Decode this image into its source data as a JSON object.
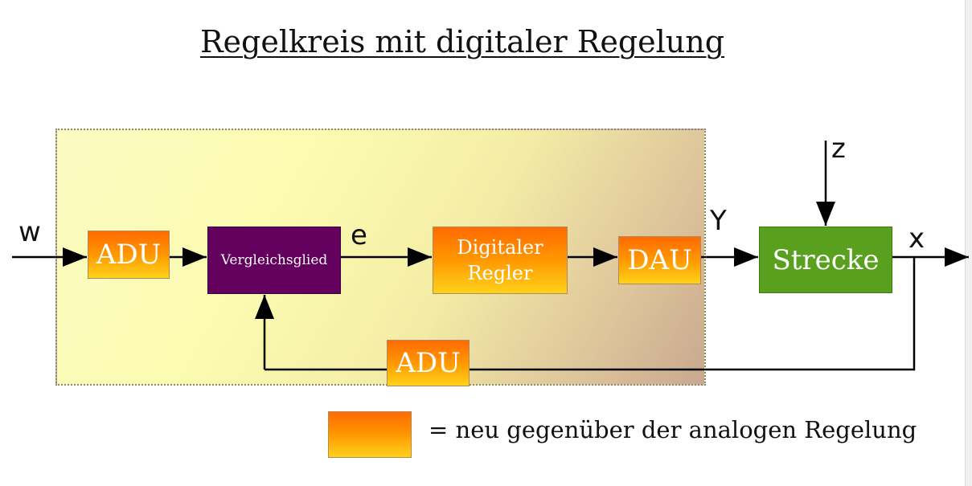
{
  "title": "Regelkreis mit digitaler Regelung",
  "blocks": {
    "adu_input": "ADU",
    "comparator": "Vergleichsglied",
    "controller_line1": "Digitaler",
    "controller_line2": "Regler",
    "dau": "DAU",
    "adu_feedback": "ADU",
    "plant": "Strecke"
  },
  "signals": {
    "setpoint": "w",
    "error": "e",
    "actuating": "Y",
    "output": "x",
    "disturbance": "z"
  },
  "legend": {
    "text": "= neu gegenüber der analogen Regelung"
  },
  "colors": {
    "new_block_gradient_top": "#ff6a00",
    "new_block_gradient_bottom": "#ffd21a",
    "comparator": "#64005e",
    "plant": "#58a01e",
    "digital_zone": "#fbfbb0"
  }
}
